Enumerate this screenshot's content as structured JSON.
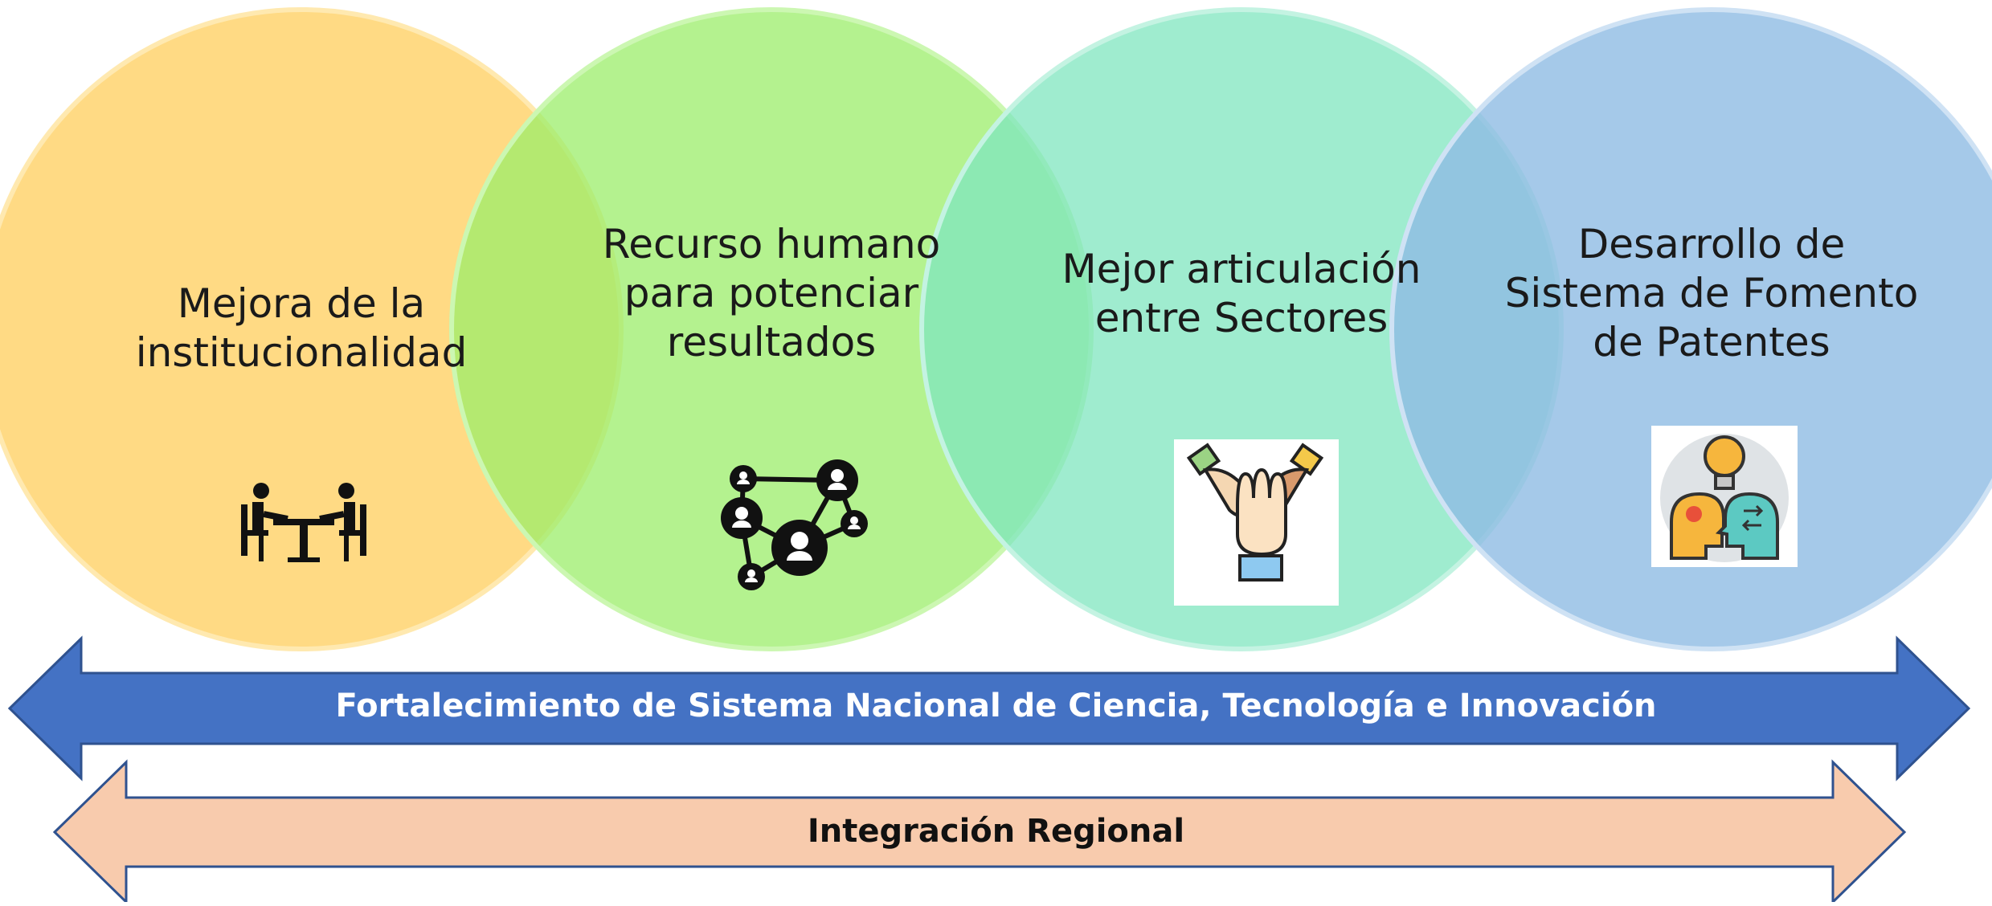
{
  "circles": [
    {
      "label": "Mejora de la\ninstitucionalidad",
      "color": "#ffd36e",
      "icon": "meeting-icon"
    },
    {
      "label": "Recurso humano\npara potenciar\nresultados",
      "color": "#a6f07a",
      "icon": "network-icon"
    },
    {
      "label": "Mejor articulación\nentre Sectores",
      "color": "#8fe9c8",
      "icon": "teamwork-hands-icon"
    },
    {
      "label": "Desarrollo de\nSistema de Fomento\nde Patentes",
      "color": "#9cc3e6",
      "icon": "ideas-exchange-icon"
    }
  ],
  "arrows": [
    {
      "label": "Fortalecimiento de Sistema Nacional de Ciencia, Tecnología e Innovación",
      "color": "#4472c4",
      "text_color": "#ffffff"
    },
    {
      "label": "Integración Regional",
      "color": "#f8cbad",
      "text_color": "#111111"
    }
  ]
}
